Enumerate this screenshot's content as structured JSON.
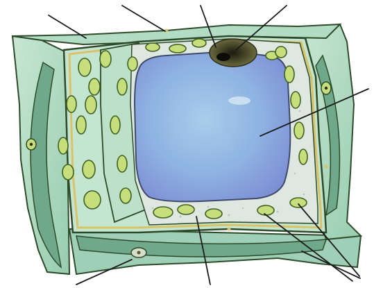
{
  "diagram": {
    "subject": "plant-cell",
    "colors": {
      "background": "#ffffff",
      "cell_wall_fill": "#b9dfc8",
      "cell_wall_shade": "#8fc5a8",
      "wall_outline": "#2d4a2a",
      "membrane_yellow": "#d9c36a",
      "cytoplasm": "#dfe8e0",
      "vacuole_main": "#8fb8e0",
      "vacuole_deep": "#7b8fd6",
      "chloroplast_fill": "#c6df7c",
      "chloroplast_edge": "#3f5f22",
      "nucleus": "#3c3c24",
      "nucleolus": "#0c0c08",
      "pointer_line": "#1a1a1a"
    },
    "pointer_lines": [
      "line-1",
      "line-2",
      "line-3",
      "line-4",
      "line-5",
      "line-6",
      "line-7",
      "line-8",
      "line-9",
      "line-10"
    ]
  }
}
